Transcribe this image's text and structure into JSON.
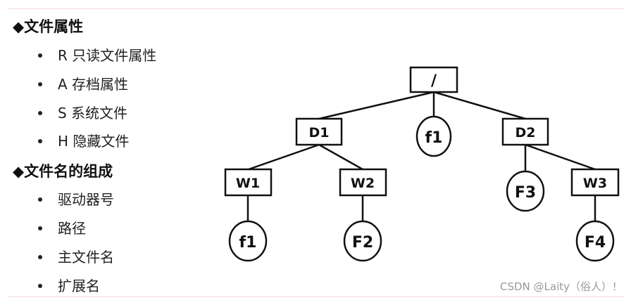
{
  "attributes_section": {
    "title": "◆文件属性",
    "items": [
      "R 只读文件属性",
      "A 存档属性",
      "S 系统文件",
      "H 隐藏文件"
    ]
  },
  "filename_section": {
    "title": "◆文件名的组成",
    "items": [
      "驱动器号",
      "路径",
      "主文件名",
      "扩展名"
    ]
  },
  "tree": {
    "root": "/",
    "level1": [
      "D1",
      "f1",
      "D2"
    ],
    "d1_children": [
      "W1",
      "W2"
    ],
    "d2_children": [
      "F3",
      "W3"
    ],
    "w1_child": "f1",
    "w2_child": "F2",
    "w3_child": "F4"
  },
  "watermark": "CSDN @Laity（俗人）！"
}
